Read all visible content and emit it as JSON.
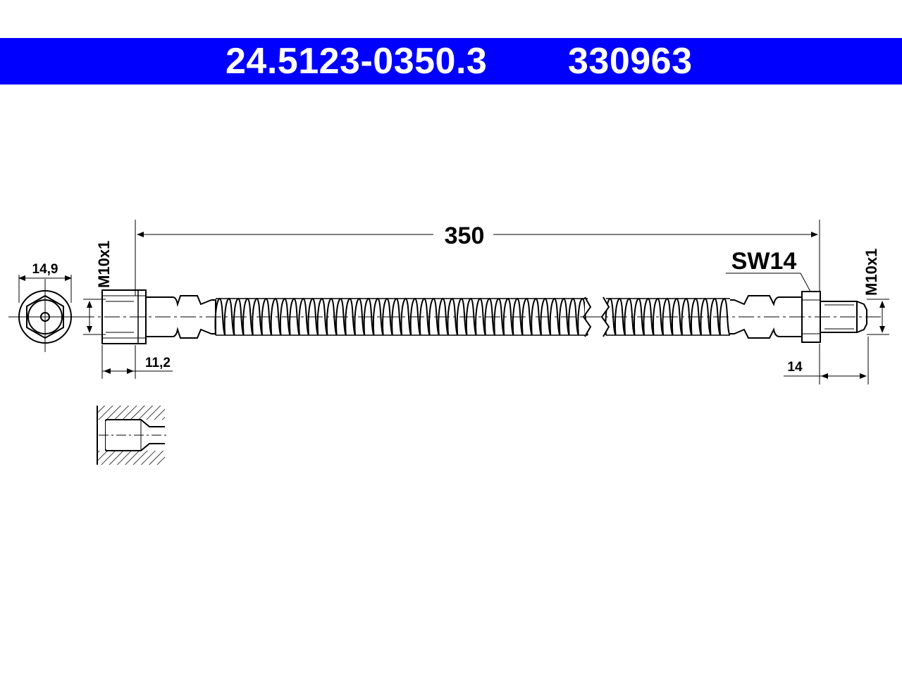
{
  "header": {
    "part_number": "24.5123-0350.3",
    "reference_number": "330963",
    "background_color": "#0000ff",
    "text_color": "#ffffff"
  },
  "drawing": {
    "length": "350",
    "left_thread": "M10x1",
    "right_thread": "M10x1",
    "wrench_size": "SW14",
    "flange_diameter": "14,9",
    "left_fitting_length": "11,2",
    "right_fitting_length": "14"
  }
}
